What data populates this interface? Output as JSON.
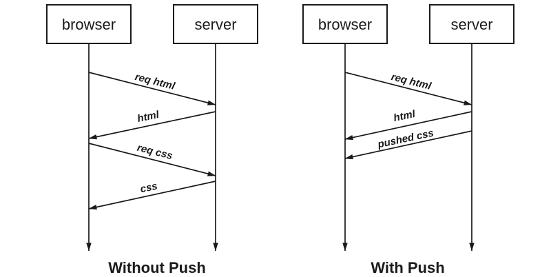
{
  "colors": {
    "line": "#1a1a1a",
    "background": "#ffffff"
  },
  "diagram": {
    "left": {
      "title": "Without Push",
      "actors": [
        {
          "label": "browser"
        },
        {
          "label": "server"
        }
      ],
      "messages": [
        {
          "label": "req html",
          "from": "browser",
          "to": "server"
        },
        {
          "label": "html",
          "from": "server",
          "to": "browser"
        },
        {
          "label": "req css",
          "from": "browser",
          "to": "server"
        },
        {
          "label": "css",
          "from": "server",
          "to": "browser"
        }
      ]
    },
    "right": {
      "title": "With Push",
      "actors": [
        {
          "label": "browser"
        },
        {
          "label": "server"
        }
      ],
      "messages": [
        {
          "label": "req html",
          "from": "browser",
          "to": "server"
        },
        {
          "label": "html",
          "from": "server",
          "to": "browser"
        },
        {
          "label": "pushed css",
          "from": "server",
          "to": "browser"
        }
      ]
    }
  }
}
